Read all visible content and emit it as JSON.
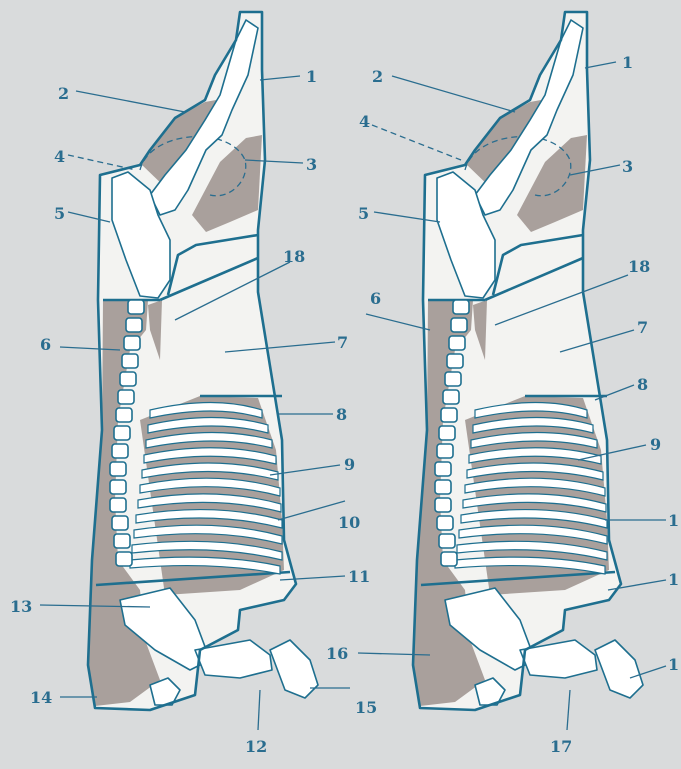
{
  "colors": {
    "background": "#d9dbdc",
    "outline": "#1e6f8f",
    "label": "#2a6d8f",
    "dark_cut": "#a9a09c",
    "light_cut": "#f3f3f1",
    "bone": "#ffffff"
  },
  "left_carcass": {
    "labels": {
      "l1": "1",
      "l2": "2",
      "l3": "3",
      "l4": "4",
      "l5": "5",
      "l6": "6",
      "l7": "7",
      "l8": "8",
      "l9": "9",
      "l10": "10",
      "l11": "11",
      "l12": "12",
      "l13": "13",
      "l14": "14",
      "l15": "15",
      "l18": "18"
    }
  },
  "right_carcass": {
    "labels": {
      "r1": "1",
      "r2": "2",
      "r3": "3",
      "r4": "4",
      "r5": "5",
      "r6": "6",
      "r7": "7",
      "r8": "8",
      "r9": "9",
      "r10": "1",
      "r11": "1",
      "r12": "1",
      "r16": "16",
      "r17": "17",
      "r18": "18"
    }
  }
}
